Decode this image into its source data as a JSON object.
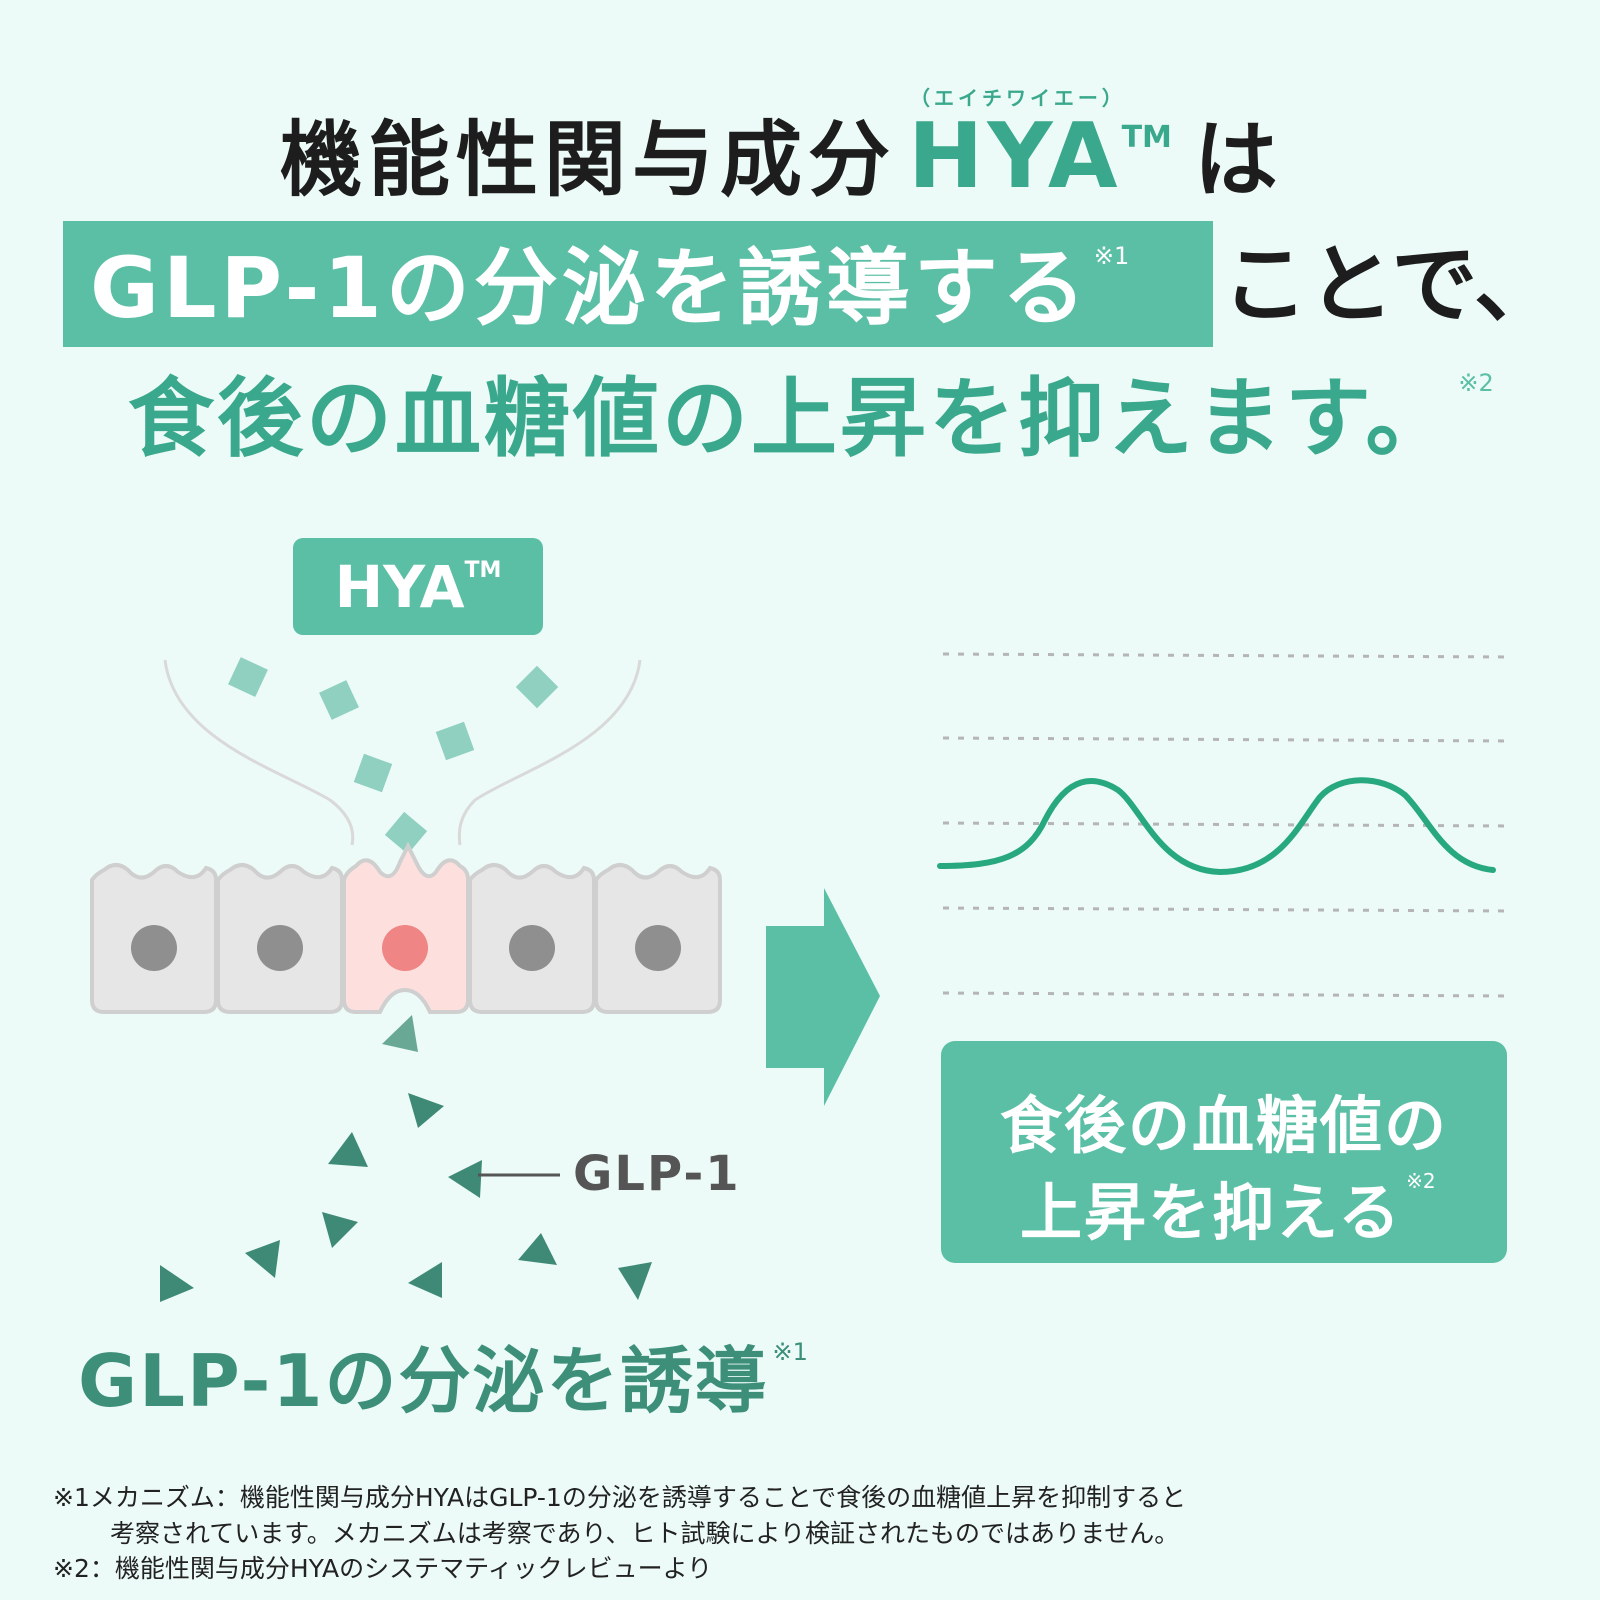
{
  "heading": {
    "line1_prefix": "機能性関与成分",
    "hya_ruby": "（エイチワイエー）",
    "hya": "HYA",
    "tm": "TM",
    "line1_suffix": "は",
    "band_text": "GLP-1の分泌を誘導する",
    "band_note": "※1",
    "band_tail": "ことで、",
    "line3": "食後の血糖値の上昇を抑えます。",
    "line3_note": "※2"
  },
  "diagram": {
    "badge_text": "HYA",
    "badge_tm": "TM",
    "glp1_label": "GLP-1",
    "caption": "GLP-1の分泌を誘導",
    "caption_note": "※1",
    "colors": {
      "accent": "#5bbfa6",
      "accent_dark": "#3aa88c",
      "cell_gray": "#e6e6e6",
      "cell_border": "#cfcfcf",
      "nucleus_gray": "#8f8f8f",
      "cell_pink": "#fde0de",
      "nucleus_pink": "#ef8585",
      "particle_hya": "#8fd0c0",
      "particle_glp": "#3f8a76",
      "curve": "#27a87e"
    }
  },
  "result": {
    "line1": "食後の血糖値の",
    "line2": "上昇を抑える",
    "note": "※2"
  },
  "footnotes": {
    "fn1_line1": "※1メカニズム：機能性関与成分HYAはGLP-1の分泌を誘導することで食後の血糖値上昇を抑制すると",
    "fn1_line2": "考察されています。メカニズムは考察であり、ヒト試験により検証されたものではありません。",
    "fn2": "※2：機能性関与成分HYAのシステマティックレビューより"
  }
}
